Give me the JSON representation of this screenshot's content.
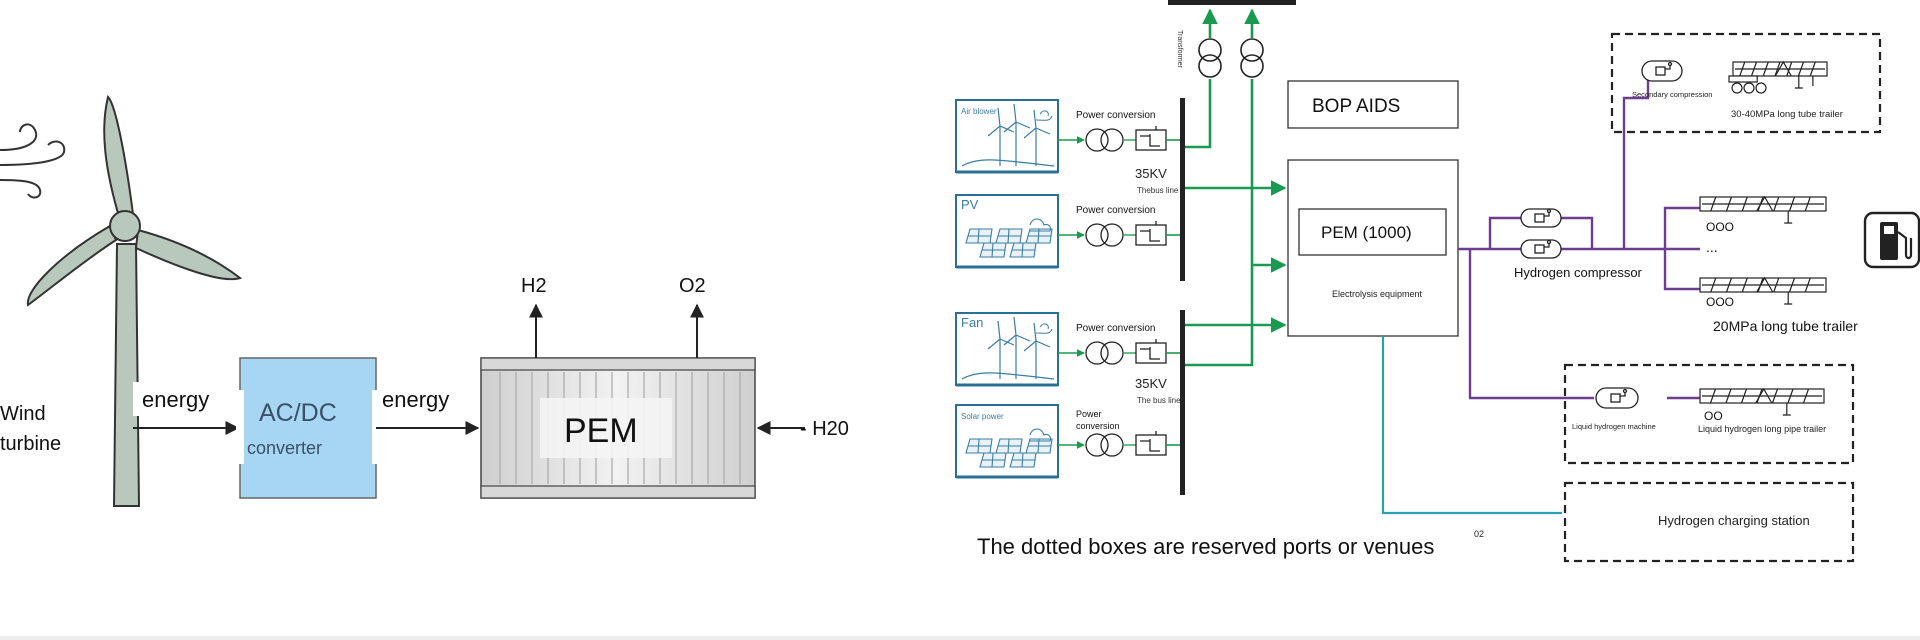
{
  "left_diagram": {
    "wind_turbine_label": [
      "Wind",
      "turbine"
    ],
    "energy_label_1": "energy",
    "energy_label_2": "energy",
    "converter_title": "AC/DC",
    "converter_subtitle": "converter",
    "pem_label": "PEM",
    "h2_label": "H2",
    "o2_label": "O2",
    "h2o_label": "- H20"
  },
  "right_diagram": {
    "transformer_label": "Transformer",
    "sources": [
      {
        "label": "Air blower",
        "kind": "wind",
        "conversion": "Power conversion"
      },
      {
        "label": "PV",
        "kind": "solar",
        "conversion": "Power conversion"
      },
      {
        "label": "Fan",
        "kind": "wind",
        "conversion": "Power conversion"
      },
      {
        "label": "Solar power",
        "kind": "solar",
        "conversion": "Power conversion"
      }
    ],
    "bus_upper": {
      "voltage": "35KV",
      "label": "Thebus line"
    },
    "bus_lower": {
      "voltage": "35KV",
      "label": "The bus line!"
    },
    "bop_label": "BOP AIDS",
    "pem_unit_label": "PEM (1000)",
    "electrolysis_label": "Electrolysis equipment",
    "compressor_label": "Hydrogen compressor",
    "secondary_compression_label": "Secondary compression",
    "trailer_30_40_label": "30-40MPa long tube trailer",
    "trailer_20_label": "20MPa long tube trailer",
    "trailer_wheels_1": "OOO",
    "trailer_ellipsis": "...",
    "trailer_wheels_2": "OOO",
    "liquid_machine_label": "Liquid hydrogen machine",
    "liquid_trailer_label": "Liquid hydrogen long pipe trailer",
    "liquid_trailer_wheels": "OO",
    "charging_station_label": "Hydrogen charging station",
    "o2_label": "02",
    "footnote": "The dotted boxes are reserved ports or venues"
  },
  "colors": {
    "green_line": "#1a9a50",
    "purple_line": "#6e3d8f",
    "teal_line": "#2b9fb3",
    "converter_fill": "#a6d6f2",
    "turbine_fill": "#b8c8bc",
    "dashed_box": "#222222"
  }
}
